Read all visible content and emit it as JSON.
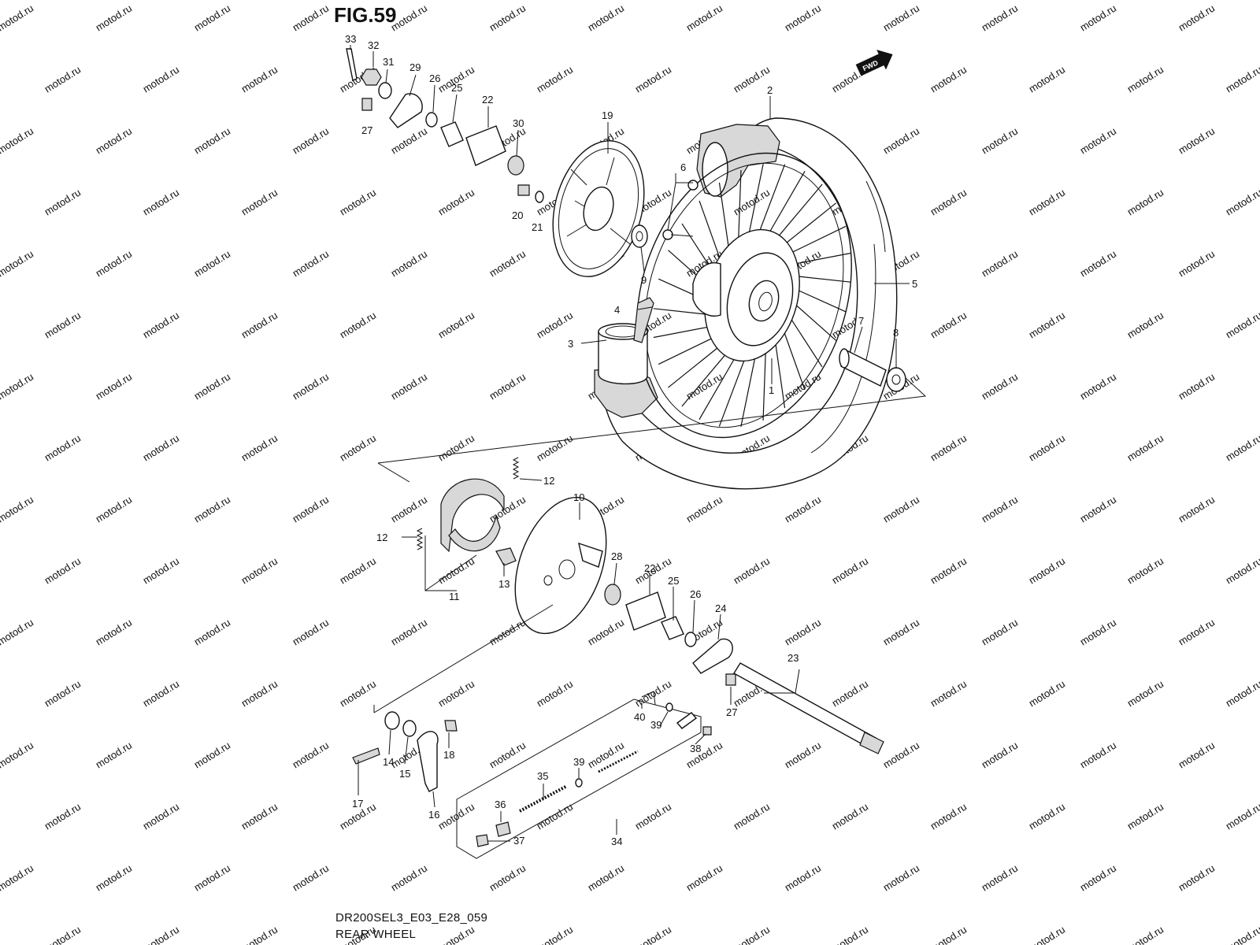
{
  "figure": {
    "title": "FIG.59",
    "code": "DR200SEL3_E03_E28_059",
    "name": "REAR WHEEL",
    "direction_badge": "FWD"
  },
  "watermark": "motod.ru",
  "callouts": [
    {
      "id": "c33",
      "label": "33"
    },
    {
      "id": "c32",
      "label": "32"
    },
    {
      "id": "c31",
      "label": "31"
    },
    {
      "id": "c29",
      "label": "29"
    },
    {
      "id": "c26a",
      "label": "26"
    },
    {
      "id": "c25a",
      "label": "25"
    },
    {
      "id": "c22a",
      "label": "22"
    },
    {
      "id": "c30",
      "label": "30"
    },
    {
      "id": "c27a",
      "label": "27"
    },
    {
      "id": "c19",
      "label": "19"
    },
    {
      "id": "c20",
      "label": "20"
    },
    {
      "id": "c21",
      "label": "21"
    },
    {
      "id": "c2",
      "label": "2"
    },
    {
      "id": "c6",
      "label": "6"
    },
    {
      "id": "c9",
      "label": "9"
    },
    {
      "id": "c5",
      "label": "5"
    },
    {
      "id": "c4",
      "label": "4"
    },
    {
      "id": "c3",
      "label": "3"
    },
    {
      "id": "c7",
      "label": "7"
    },
    {
      "id": "c8",
      "label": "8"
    },
    {
      "id": "c1",
      "label": "1"
    },
    {
      "id": "c12a",
      "label": "12"
    },
    {
      "id": "c12b",
      "label": "12"
    },
    {
      "id": "c10",
      "label": "10"
    },
    {
      "id": "c11",
      "label": "11"
    },
    {
      "id": "c13",
      "label": "13"
    },
    {
      "id": "c28",
      "label": "28"
    },
    {
      "id": "c22b",
      "label": "22"
    },
    {
      "id": "c25b",
      "label": "25"
    },
    {
      "id": "c26b",
      "label": "26"
    },
    {
      "id": "c24",
      "label": "24"
    },
    {
      "id": "c23",
      "label": "23"
    },
    {
      "id": "c27b",
      "label": "27"
    },
    {
      "id": "c40",
      "label": "40"
    },
    {
      "id": "c39a",
      "label": "39"
    },
    {
      "id": "c38",
      "label": "38"
    },
    {
      "id": "c39b",
      "label": "39"
    },
    {
      "id": "c35",
      "label": "35"
    },
    {
      "id": "c36",
      "label": "36"
    },
    {
      "id": "c37",
      "label": "37"
    },
    {
      "id": "c34",
      "label": "34"
    },
    {
      "id": "c14",
      "label": "14"
    },
    {
      "id": "c15",
      "label": "15"
    },
    {
      "id": "c18",
      "label": "18"
    },
    {
      "id": "c16",
      "label": "16"
    },
    {
      "id": "c17",
      "label": "17"
    }
  ]
}
